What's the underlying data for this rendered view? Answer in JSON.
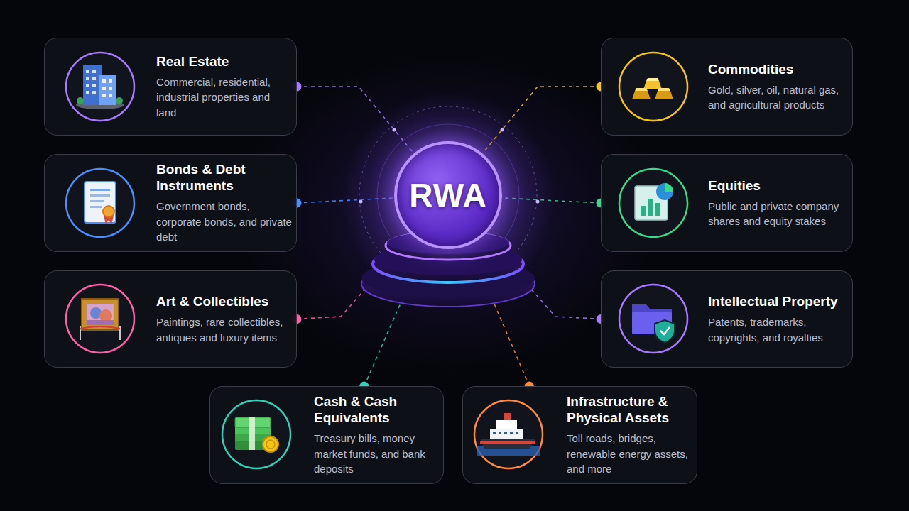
{
  "diagram": {
    "nodes": [
      {
        "text": [
          "Real Estate",
          "Commercial, residential, industrial properties and land"
        ]
      },
      {
        "text": [
          "Commodities",
          "Gold, silver, oil, natural gas, and agricultural products"
        ]
      },
      {
        "text": [
          "RWA"
        ]
      },
      {
        "text": [
          "Bonds & Debt Instruments",
          "Government bonds, corporate bonds, and private debt"
        ]
      },
      {
        "text": [
          "Equities",
          "Public and private company shares and equity stakes"
        ]
      },
      {
        "text": [
          "Art & Collectibles",
          "Paintings, rare collectibles, antiques and luxury items"
        ]
      },
      {
        "text": [
          "Intellectual Property",
          "Patents, trademarks, copyrights, and royalties"
        ]
      },
      {
        "text": [
          "Cash & Cash Equivalents",
          "Treasury bills, money market funds, and bank deposits"
        ]
      },
      {
        "text": [
          "Infrastructure & Physical Assets",
          "Toll roads, bridges, renewable energy assets, and more"
        ]
      }
    ],
    "edges": [
      {
        "from": 0,
        "to": 2,
        "arrow": "none"
      },
      {
        "from": 1,
        "to": 2,
        "arrow": "none"
      },
      {
        "from": 3,
        "to": 2,
        "arrow": "none"
      },
      {
        "from": 4,
        "to": 2,
        "arrow": "none"
      },
      {
        "from": 5,
        "to": 2,
        "arrow": "none"
      },
      {
        "from": 6,
        "to": 2,
        "arrow": "none"
      },
      {
        "from": 7,
        "to": 2,
        "arrow": "none"
      },
      {
        "from": 8,
        "to": 2,
        "arrow": "none"
      }
    ]
  }
}
